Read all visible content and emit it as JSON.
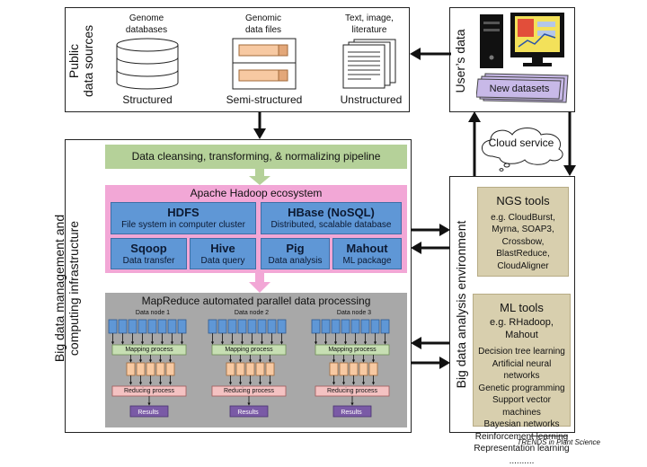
{
  "public": {
    "title_line1": "Public",
    "title_line2": "data sources",
    "genome_label_1": "Genome",
    "genome_label_2": "databases",
    "genomic_label_1": "Genomic",
    "genomic_label_2": "data files",
    "text_label_1": "Text, image,",
    "text_label_2": "literature",
    "structured": "Structured",
    "semi": "Semi-structured",
    "unstructured": "Unstructured"
  },
  "user": {
    "title": "User’s data",
    "new_datasets": "New datasets"
  },
  "cloud": {
    "label": "Cloud service"
  },
  "bigdata": {
    "title_line1": "Big data management and",
    "title_line2": "computing infrastructure",
    "pipeline": "Data cleansing, transforming, & normalizing pipeline",
    "hadoop_title": "Apache Hadoop ecosystem",
    "hdfs_title": "HDFS",
    "hdfs_sub": "File system in computer cluster",
    "hbase_title": "HBase (NoSQL)",
    "hbase_sub": "Distributed, scalable database",
    "sqoop_title": "Sqoop",
    "sqoop_sub": "Data transfer",
    "hive_title": "Hive",
    "hive_sub": "Data query",
    "pig_title": "Pig",
    "pig_sub": "Data analysis",
    "mahout_title": "Mahout",
    "mahout_sub": "ML package",
    "mapreduce_title": "MapReduce automated parallel data processing",
    "nodes": [
      "Data node 1",
      "Data node 2",
      "Data node 3"
    ],
    "mapping": "Mapping process",
    "reducing": "Reducing process",
    "results": "Results"
  },
  "analysis": {
    "title": "Big data analysis environment",
    "ngs_title": "NGS tools",
    "ngs_items": [
      "e.g. CloudBurst,",
      "Myrna, SOAP3,",
      "Crossbow,",
      "BlastReduce,",
      "CloudAligner"
    ],
    "ml_title": "ML tools",
    "ml_sub": "e.g. RHadoop, Mahout",
    "ml_items": [
      "Decision tree learning",
      "Artificial neural networks",
      "Genetic programming",
      "Support vector machines",
      "Bayesian networks",
      "Reinforcement learning",
      "Representation learning",
      ".........."
    ]
  },
  "credit": "TRENDS in Plant Science",
  "colors": {
    "green": "#b5d199",
    "pink": "#f2a7d6",
    "blue": "#5f97d6",
    "tan": "#d8cfae",
    "gray": "#a8a8a8"
  }
}
